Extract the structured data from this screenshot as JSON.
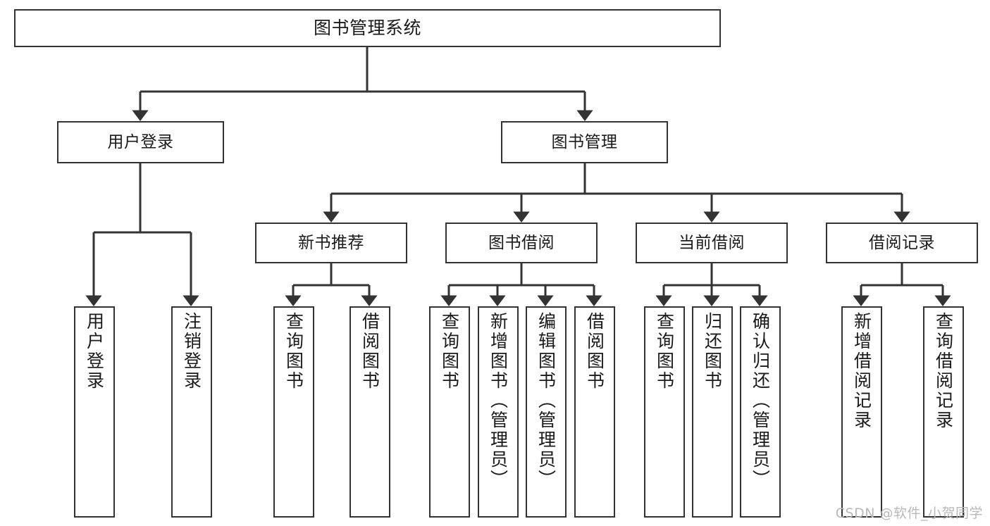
{
  "diagram": {
    "title": "图书管理系统",
    "watermark": "CSDN @软件_小贺同学",
    "accent_color": "#333333",
    "background_color": "#ffffff",
    "text_color": "#1a1a1a",
    "watermark_color": "#b9b9b9"
  },
  "nodes": {
    "root": {
      "label": "图书管理系统"
    },
    "level2": [
      {
        "label": "用户登录"
      },
      {
        "label": "图书管理"
      }
    ],
    "level3": [
      {
        "label": "新书推荐"
      },
      {
        "label": "图书借阅"
      },
      {
        "label": "当前借阅"
      },
      {
        "label": "借阅记录"
      }
    ],
    "leaves_user_login": [
      {
        "label": "用户登录"
      },
      {
        "label": "注销登录"
      }
    ],
    "leaves_new_book": [
      {
        "label": "查询图书"
      },
      {
        "label": "借阅图书"
      }
    ],
    "leaves_borrow": [
      {
        "label": "查询图书"
      },
      {
        "label": "新增图书（管理员）"
      },
      {
        "label": "编辑图书（管理员）"
      },
      {
        "label": "借阅图书"
      }
    ],
    "leaves_current": [
      {
        "label": "查询图书"
      },
      {
        "label": "归还图书"
      },
      {
        "label": "确认归还（管理员）"
      }
    ],
    "leaves_record": [
      {
        "label": "新增借阅记录"
      },
      {
        "label": "查询借阅记录"
      }
    ]
  },
  "tree_structure": {
    "type": "org-chart",
    "root": "图书管理系统",
    "children": [
      {
        "name": "用户登录",
        "children": [
          "用户登录",
          "注销登录"
        ]
      },
      {
        "name": "图书管理",
        "children": [
          {
            "name": "新书推荐",
            "children": [
              "查询图书",
              "借阅图书"
            ]
          },
          {
            "name": "图书借阅",
            "children": [
              "查询图书",
              "新增图书（管理员）",
              "编辑图书（管理员）",
              "借阅图书"
            ]
          },
          {
            "name": "当前借阅",
            "children": [
              "查询图书",
              "归还图书",
              "确认归还（管理员）"
            ]
          },
          {
            "name": "借阅记录",
            "children": [
              "新增借阅记录",
              "查询借阅记录"
            ]
          }
        ]
      }
    ]
  }
}
